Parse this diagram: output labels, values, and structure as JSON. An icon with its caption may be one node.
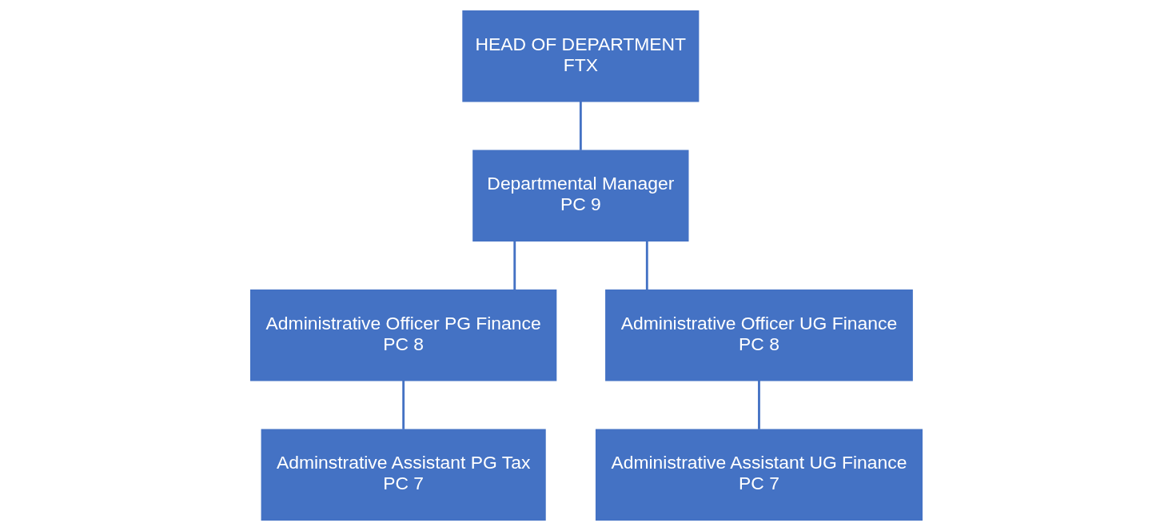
{
  "diagram": {
    "nodes": [
      {
        "text": [
          "HEAD OF DEPARTMENT",
          "FTX"
        ]
      },
      {
        "text": [
          "Departmental Manager",
          "PC 9"
        ]
      },
      {
        "text": [
          "Administrative Officer PG Finance",
          "PC 8"
        ]
      },
      {
        "text": [
          "Administrative Officer UG Finance",
          "PC 8"
        ]
      },
      {
        "text": [
          "Adminstrative Assistant PG Tax",
          "PC 7"
        ]
      },
      {
        "text": [
          "Administrative Assistant UG Finance",
          "PC 7"
        ]
      }
    ],
    "edges": [
      {
        "from": 0,
        "to": 1,
        "arrow": "none"
      },
      {
        "from": 1,
        "to": 2,
        "arrow": "none"
      },
      {
        "from": 1,
        "to": 3,
        "arrow": "none"
      },
      {
        "from": 2,
        "to": 4,
        "arrow": "none"
      },
      {
        "from": 3,
        "to": 5,
        "arrow": "none"
      }
    ]
  }
}
